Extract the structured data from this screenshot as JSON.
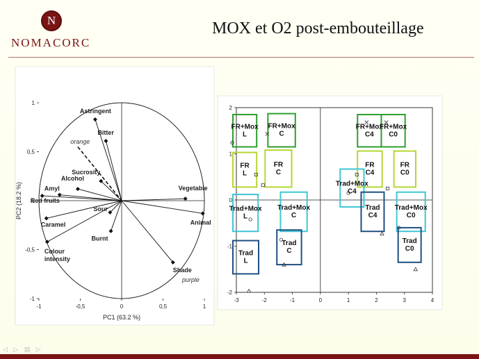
{
  "logo": {
    "letter": "N",
    "text": "NOMACORC"
  },
  "title": "MOX et O2 post-embouteillage",
  "nav_controls": "◁ ▷ ▤ ▷",
  "brand_color": "#7a1414",
  "chart_data": [
    {
      "type": "scatter",
      "variant": "pca-loadings",
      "xlabel": "PC1 (63.2 %)",
      "ylabel": "PC2 (18.2 %)",
      "xlim": [
        -1,
        1
      ],
      "ylim": [
        -1,
        1
      ],
      "x_ticks": [
        -1,
        -0.5,
        0,
        0.5,
        1
      ],
      "x_tick_labels": [
        "-1",
        "-0,5",
        "0",
        "0,5",
        "1"
      ],
      "y_ticks": [
        -1,
        -0.5,
        0,
        0.5,
        1
      ],
      "y_tick_labels": [
        "-1",
        "-0,5",
        "0",
        "0,5",
        "1"
      ],
      "vectors": [
        {
          "label": "Astringent",
          "x": -0.32,
          "y": 0.83
        },
        {
          "label": "Bitter",
          "x": -0.19,
          "y": 0.61
        },
        {
          "label": "Sucrosity",
          "x": -0.25,
          "y": 0.2
        },
        {
          "label": "Alcohol",
          "x": -0.53,
          "y": 0.12
        },
        {
          "label": "Amyl",
          "x": -0.75,
          "y": 0.06
        },
        {
          "label": "Red fruits",
          "x": -0.96,
          "y": 0.05
        },
        {
          "label": "Caramel",
          "x": -0.91,
          "y": -0.18
        },
        {
          "label": "Colour\nintensity",
          "x": -0.9,
          "y": -0.42
        },
        {
          "label": "Sour",
          "x": -0.14,
          "y": -0.12
        },
        {
          "label": "Burnt",
          "x": -0.13,
          "y": -0.31
        },
        {
          "label": "Vegetable",
          "x": 0.77,
          "y": 0.02
        },
        {
          "label": "Animal",
          "x": 0.98,
          "y": -0.13
        },
        {
          "label": "Shade",
          "x": 0.62,
          "y": -0.63
        }
      ],
      "annotations": [
        {
          "text": "orange",
          "x": -0.62,
          "y": 0.58
        },
        {
          "text": "purple",
          "x": 0.73,
          "y": -0.83
        }
      ],
      "orange_direction": {
        "from": [
          -0.53,
          0.55
        ],
        "to": [
          0,
          0
        ]
      }
    },
    {
      "type": "scatter",
      "variant": "pca-scores",
      "xlim": [
        -3,
        4
      ],
      "ylim": [
        -2,
        2
      ],
      "x_ticks": [
        -3,
        -2,
        -1,
        0,
        1,
        2,
        3,
        4
      ],
      "y_ticks": [
        -2,
        -1,
        0,
        1,
        2
      ],
      "points": [
        {
          "label": "FR+Mox\nL",
          "x": -2.8,
          "y": 1.24,
          "marker": "diamond",
          "box_color": "#2e9e2e"
        },
        {
          "label": "FR+Mox\nC",
          "x": -1.75,
          "y": 1.43,
          "marker": "cross",
          "box_color": "#2e9e2e"
        },
        {
          "label": "FR+Mox\nC4",
          "x": 1.65,
          "y": 1.68,
          "marker": "cross",
          "box_color": "#2e9e2e"
        },
        {
          "label": "FR+Mox\nC0",
          "x": 2.35,
          "y": 1.68,
          "marker": "cross",
          "box_color": "#2e9e2e"
        },
        {
          "label": "FR\nL",
          "x": -2.3,
          "y": 0.55,
          "marker": "square",
          "box_color": "#b5d632"
        },
        {
          "label": "FR\nC",
          "x": -2.05,
          "y": 0.32,
          "marker": "square",
          "box_color": "#b5d632"
        },
        {
          "label": "FR\nC4",
          "x": 1.3,
          "y": 0.55,
          "marker": "square",
          "box_color": "#b5d632"
        },
        {
          "label": "FR\nC0",
          "x": 2.4,
          "y": 0.25,
          "marker": "square",
          "box_color": "#b5d632"
        },
        {
          "label": "Trad+Mox\nL",
          "x": -2.5,
          "y": -0.42,
          "marker": "circle",
          "box_color": "#3ec6d4"
        },
        {
          "label": "Trad+Mox\nC",
          "x": -1.4,
          "y": -0.86,
          "marker": "circle",
          "box_color": "#3ec6d4"
        },
        {
          "label": "Trad+Mox\nC4",
          "x": 1.0,
          "y": 0.15,
          "marker": "circle",
          "box_color": "#3ec6d4"
        },
        {
          "label": "Trad+Mox\nC0",
          "x": 2.8,
          "y": -0.6,
          "marker": "circle",
          "box_color": "#3ec6d4"
        },
        {
          "label": "Trad\nL",
          "x": -2.55,
          "y": -1.97,
          "marker": "triangle",
          "box_color": "#1f4f82"
        },
        {
          "label": "Trad\nC",
          "x": -1.3,
          "y": -1.4,
          "marker": "triangle",
          "box_color": "#1f4f82"
        },
        {
          "label": "Trad\nC4",
          "x": 2.2,
          "y": -0.73,
          "marker": "triangle",
          "box_color": "#1f4f82"
        },
        {
          "label": "Trad\nC0",
          "x": 3.4,
          "y": -1.5,
          "marker": "triangle",
          "box_color": "#1f4f82"
        }
      ]
    }
  ]
}
